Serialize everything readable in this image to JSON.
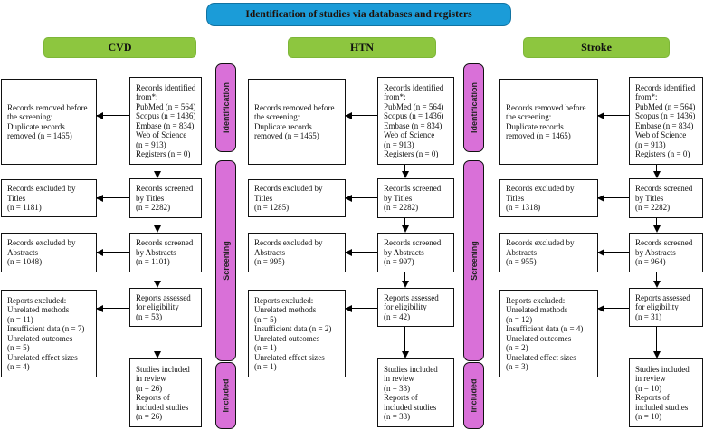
{
  "banner": {
    "title": "Identification of studies via databases and registers"
  },
  "stages": {
    "identification": "Identification",
    "screening": "Screening",
    "included": "Included"
  },
  "colors": {
    "banner_blue": "#1b9cd8",
    "header_green": "#8dc63f",
    "sidebar_pink": "#d970d8",
    "box_border": "#111111"
  },
  "flows": [
    {
      "label": "CVD",
      "identified": "Records identified\nfrom*:\nPubMed (n = 564)\nScopus (n = 1436)\nEmbase (n = 834)\nWeb of Science\n (n = 913)\nRegisters (n = 0)",
      "removed": "Records removed before\nthe screening:\nDuplicate records\nremoved (n = 1465)",
      "screened_titles": "Records screened\nby Titles\n(n = 2282)",
      "excluded_titles": "Records excluded by\nTitles\n(n = 1181)",
      "screened_abstracts": "Records screened\nby Abstracts\n(n = 1101)",
      "excluded_abstracts": "Records excluded by\nAbstracts\n(n = 1048)",
      "assessed": "Reports assessed\nfor eligibility\n(n = 53)",
      "reports_excluded": "Reports excluded:\nUnrelated methods\n (n = 11)\nInsufficient data (n = 7)\nUnrelated outcomes\n (n = 5)\nUnrelated effect sizes\n (n = 4)",
      "included": "Studies included\nin review\n(n = 26)\nReports of\nincluded studies\n(n = 26)"
    },
    {
      "label": "HTN",
      "identified": "Records identified\nfrom*:\nPubMed (n = 564)\nScopus (n = 1436)\nEmbase (n = 834)\nWeb of Science\n (n = 913)\nRegisters (n = 0)",
      "removed": "Records removed before\nthe screening:\nDuplicate records\nremoved (n = 1465)",
      "screened_titles": "Records screened\nby Titles\n(n = 2282)",
      "excluded_titles": "Records excluded by\nTitles\n(n = 1285)",
      "screened_abstracts": "Records screened\nby Abstracts\n(n = 997)",
      "excluded_abstracts": "Records excluded by\nAbstracts\n(n = 995)",
      "assessed": "Reports assessed\nfor eligibility\n(n = 42)",
      "reports_excluded": "Reports excluded:\nUnrelated methods\n (n = 5)\nInsufficient data (n = 2)\nUnrelated outcomes\n (n = 1)\nUnrelated effect sizes\n (n = 1)",
      "included": "Studies included\nin review\n(n = 33)\nReports of\nincluded studies\n(n = 33)"
    },
    {
      "label": "Stroke",
      "identified": "Records identified\nfrom*:\nPubMed (n = 564)\nScopus (n = 1436)\nEmbase (n = 834)\nWeb of Science\n (n = 913)\nRegisters (n = 0)",
      "removed": "Records removed before\nthe screening:\nDuplicate records\nremoved (n = 1465)",
      "screened_titles": "Records screened\nby Titles\n(n = 2282)",
      "excluded_titles": "Records excluded by\nTitles\n(n = 1318)",
      "screened_abstracts": "Records screened\nby Abstracts\n(n = 964)",
      "excluded_abstracts": "Records excluded by\nAbstracts\n(n = 955)",
      "assessed": "Reports assessed\nfor eligibility\n(n = 31)",
      "reports_excluded": "Reports excluded:\nUnrelated methods\n (n = 12)\nInsufficient data (n = 4)\nUnrelated outcomes\n (n = 2)\nUnrelated effect sizes\n (n = 3)",
      "included": "Studies included\nin review\n(n = 10)\nReports of\nincluded studies\n(n = 10)"
    }
  ]
}
